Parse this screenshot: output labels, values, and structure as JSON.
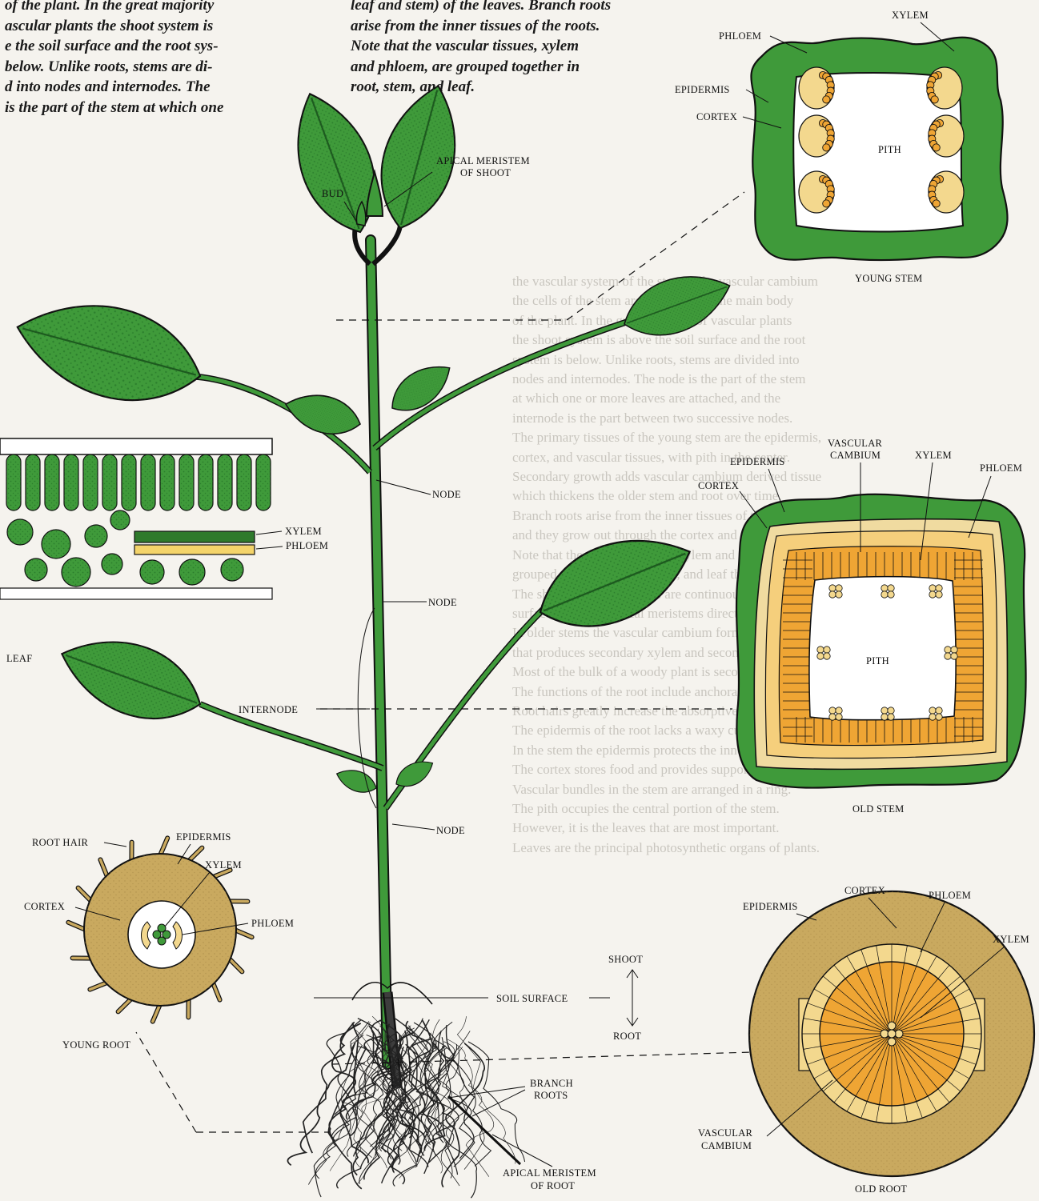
{
  "caption_left": [
    "of the plant. In the great majority",
    "ascular plants the shoot system is",
    "e the soil surface and the root sys-",
    "below. Unlike roots, stems are di-",
    "d into nodes and internodes. The",
    "is the part of the stem at which one"
  ],
  "caption_right": [
    "leaf and stem) of the leaves. Branch roots",
    "arise from the inner tissues of the roots.",
    "Note that the vascular tissues, xylem",
    "and phloem, are grouped together in",
    "root, stem, and leaf."
  ],
  "bleed_through_text": [
    "the vascular system of the stem is the vascular cambium",
    "the cells of the stem are still forming the main body",
    "of the plant. In the great majority of vascular plants",
    "the shoot system is above the soil surface and the root",
    "system is below. Unlike roots, stems are divided into",
    "nodes and internodes. The node is the part of the stem",
    "at which one or more leaves are attached, and the",
    "internode is the part between two successive nodes.",
    "The primary tissues of the young stem are the epidermis,",
    "cortex, and vascular tissues, with pith in the center.",
    "Secondary growth adds vascular cambium derived tissue",
    "which thickens the older stem and root over time.",
    "Branch roots arise from the inner tissues of the roots,",
    "and they grow out through the cortex and epidermis.",
    "Note that the vascular tissues, xylem and phloem, are",
    "grouped together in root, stem, and leaf throughout.",
    "The shoot and root systems are continuous at the soil",
    "surface where the apical meristems direct growth.",
    "In older stems the vascular cambium forms a cylinder",
    "that produces secondary xylem and secondary phloem.",
    "Most of the bulk of a woody plant is secondary xylem.",
    "The functions of the root include anchorage and uptake.",
    "Root hairs greatly increase the absorptive surface area.",
    "The epidermis of the root lacks a waxy cuticle layer.",
    "In the stem the epidermis protects the inner tissues.",
    "The cortex stores food and provides support to stems.",
    "Vascular bundles in the stem are arranged in a ring.",
    "The pith occupies the central portion of the stem.",
    "However, it is the leaves that are most important.",
    "Leaves are the principal photosynthetic organs of plants."
  ],
  "labels": {
    "apical_meristem_shoot": [
      "APICAL MERISTEM",
      "OF SHOOT"
    ],
    "bud": "BUD",
    "node_1": "NODE",
    "node_2": "NODE",
    "node_3": "NODE",
    "internode": "INTERNODE",
    "soil_surface": "SOIL SURFACE",
    "shoot": "SHOOT",
    "root": "ROOT",
    "branch_roots": [
      "BRANCH",
      "ROOTS"
    ],
    "apical_meristem_root": [
      "APICAL MERISTEM",
      "OF ROOT"
    ]
  },
  "young_stem": {
    "title": "YOUNG STEM",
    "xylem": "XYLEM",
    "phloem": "PHLOEM",
    "epidermis": "EPIDERMIS",
    "cortex": "CORTEX",
    "pith": "PITH"
  },
  "old_stem": {
    "title": "OLD STEM",
    "vascular_cambium": [
      "VASCULAR",
      "CAMBIUM"
    ],
    "epidermis": "EPIDERMIS",
    "xylem": "XYLEM",
    "phloem": "PHLOEM",
    "cortex": "CORTEX",
    "pith": "PITH"
  },
  "leaf_section": {
    "title": "LEAF",
    "xylem": "XYLEM",
    "phloem": "PHLOEM"
  },
  "young_root": {
    "title": "YOUNG ROOT",
    "root_hair": "ROOT HAIR",
    "epidermis": "EPIDERMIS",
    "xylem": "XYLEM",
    "cortex": "CORTEX",
    "phloem": "PHLOEM"
  },
  "old_root": {
    "title": "OLD ROOT",
    "cortex": "CORTEX",
    "phloem": "PHLOEM",
    "epidermis": "EPIDERMIS",
    "xylem": "XYLEM",
    "vascular_cambium": [
      "VASCULAR",
      "CAMBIUM"
    ]
  },
  "colors": {
    "leaf_green": "#3f9a3a",
    "dark_green": "#1f6b24",
    "cortex_tan": "#c9a95f",
    "phloem_yellow": "#f3d88e",
    "xylem_orange": "#f0b23c",
    "ink": "#111111"
  }
}
